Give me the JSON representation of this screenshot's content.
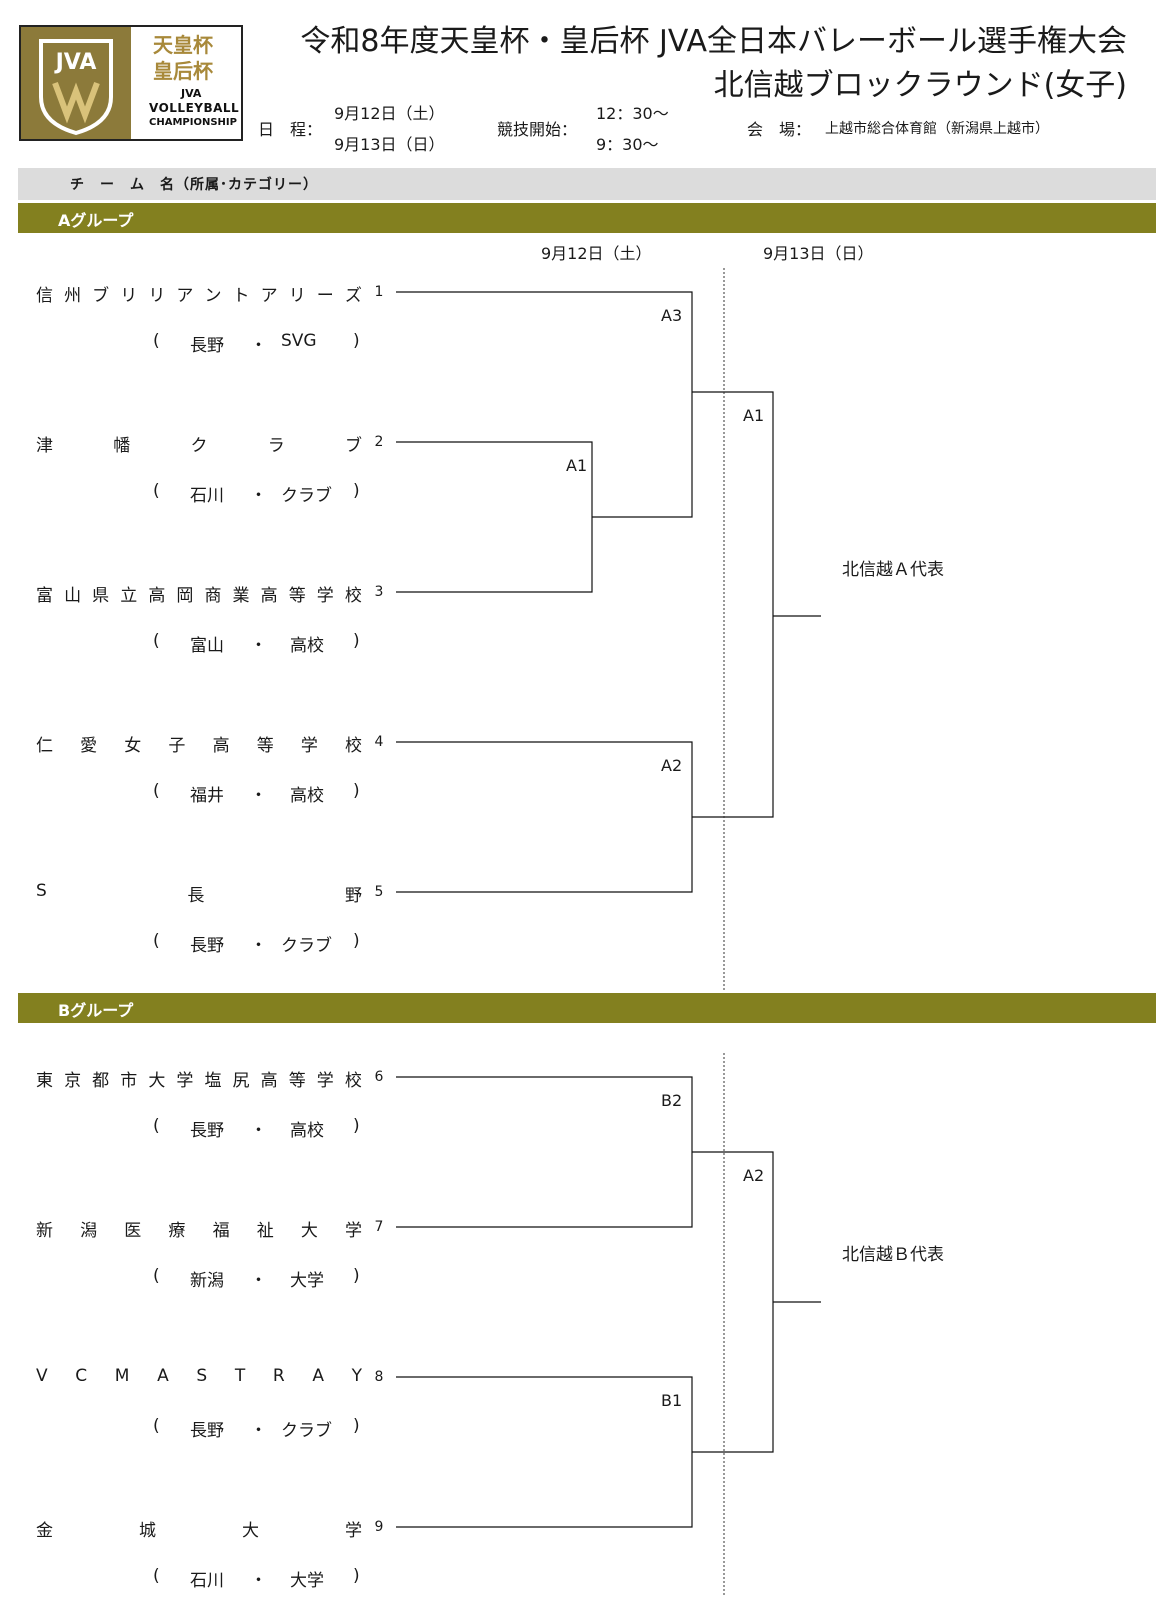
{
  "logo": {
    "jva": "JVA",
    "emperor_cup": "天皇杯",
    "empress_cup": "皇后杯",
    "jva_small": "JVA",
    "volleyball": "VOLLEYBALL",
    "championship": "CHAMPIONSHIP"
  },
  "title": {
    "line1": "令和8年度天皇杯・皇后杯 JVA全日本バレーボール選手権大会",
    "line2": "北信越ブロックラウンド(女子)"
  },
  "schedule": {
    "label": "日　程：",
    "day1": "9月12日（土）",
    "day2": "9月13日（日）",
    "start_label": "競技開始：",
    "start1": "12：30〜",
    "start2": "9：30〜",
    "venue_label": "会　場：",
    "venue": "上越市総合体育館（新潟県上越市）"
  },
  "table_header": "チ　ー　ム　名（所属･カテゴリー）",
  "group_a": {
    "label": "Aグループ",
    "date1": "9月12日（土）",
    "date2": "9月13日（日）",
    "teams": [
      {
        "num": "1",
        "name": "信州ブリリアントアリーズ",
        "pref": "長野",
        "cat": "SVG"
      },
      {
        "num": "2",
        "name": "津幡クラブ",
        "pref": "石川",
        "cat": "クラブ"
      },
      {
        "num": "3",
        "name": "富山県立高岡商業高等学校",
        "pref": "富山",
        "cat": "高校"
      },
      {
        "num": "4",
        "name": "仁愛女子高等学校",
        "pref": "福井",
        "cat": "高校"
      },
      {
        "num": "5",
        "name": "S長野",
        "pref": "長野",
        "cat": "クラブ"
      }
    ],
    "matches": {
      "m1": "A1",
      "m2": "A2",
      "m3": "A3",
      "final": "A1"
    },
    "result": "北信越Ａ代表"
  },
  "group_b": {
    "label": "Bグループ",
    "teams": [
      {
        "num": "6",
        "name": "東京都市大学塩尻高等学校",
        "pref": "長野",
        "cat": "高校"
      },
      {
        "num": "7",
        "name": "新潟医療福祉大学",
        "pref": "新潟",
        "cat": "大学"
      },
      {
        "num": "8",
        "name": "VC MAST RAY",
        "pref": "長野",
        "cat": "クラブ"
      },
      {
        "num": "9",
        "name": "金城大学",
        "pref": "石川",
        "cat": "大学"
      }
    ],
    "matches": {
      "m1": "B2",
      "m2": "B1",
      "final": "A2"
    },
    "result": "北信越Ｂ代表"
  },
  "colors": {
    "group_bar": "#83801f",
    "header_bar": "#dcdcdc",
    "logo_gold": "#8c7a3a"
  }
}
